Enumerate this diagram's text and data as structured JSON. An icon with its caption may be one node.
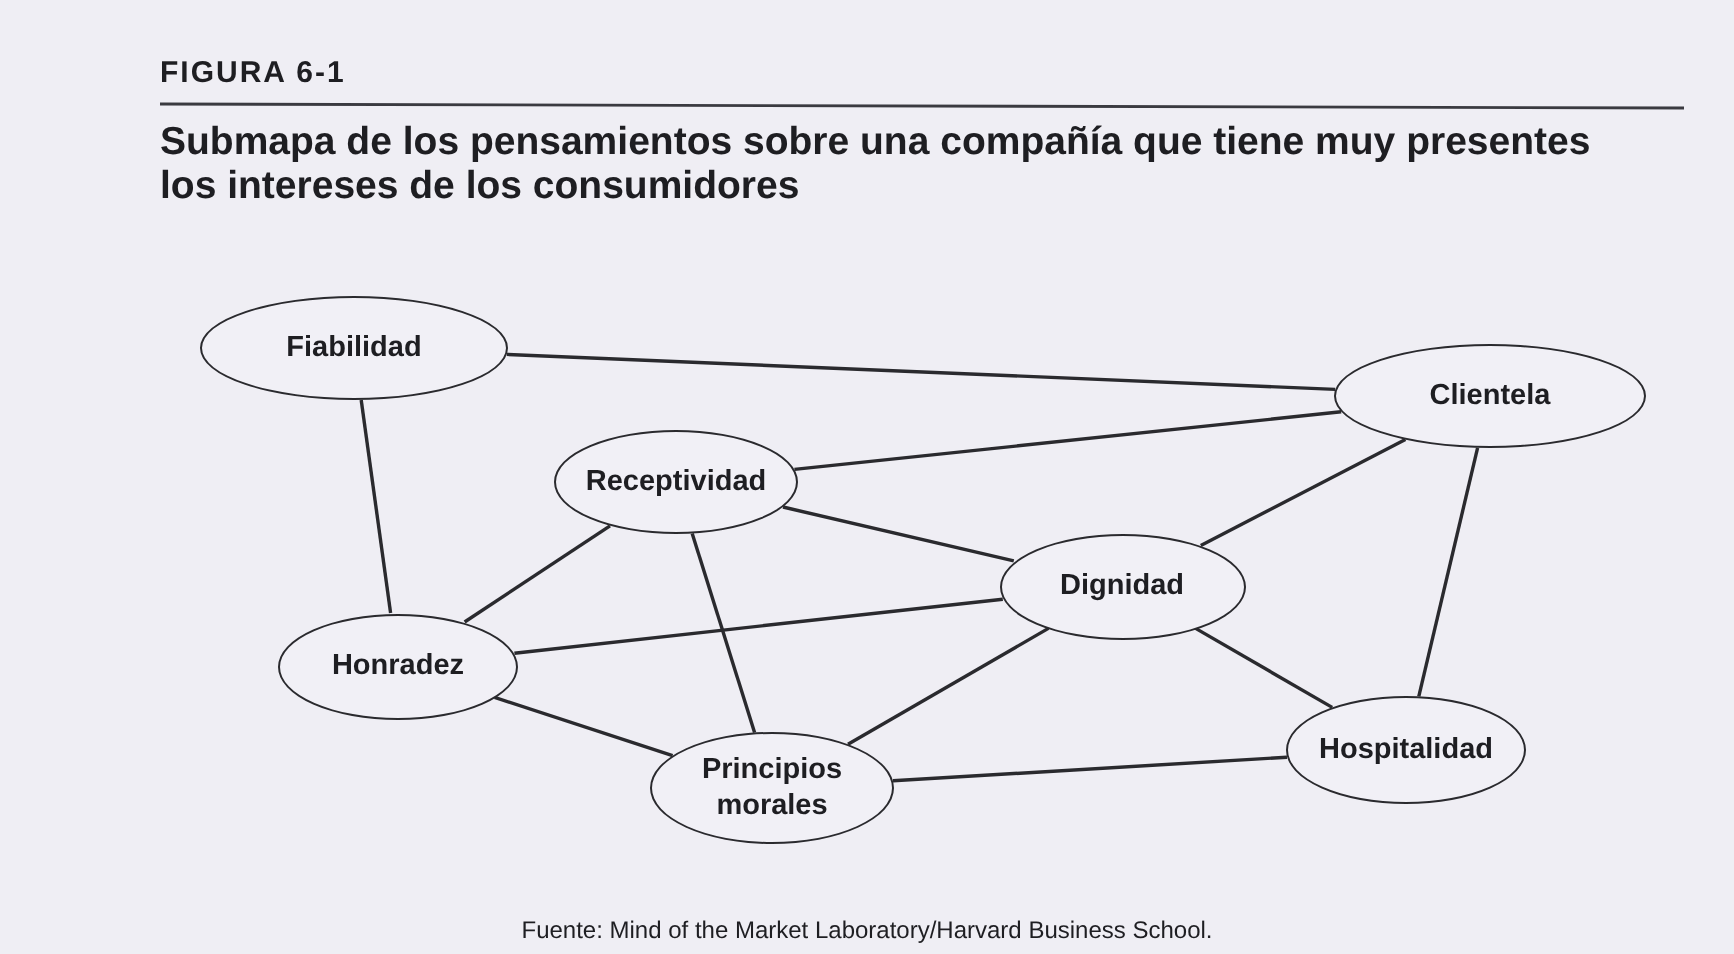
{
  "diagram": {
    "title": "Submapa de los pensamientos sobre una compañía que tiene muy presentes los intereses de los consumidores",
    "caption": "Fuente: Mind of the Market Laboratory/Harvard Business School.",
    "labels": [
      "FIGURA 6-1"
    ],
    "nodes": [
      {
        "text": [
          "Fiabilidad"
        ]
      },
      {
        "text": [
          "Clientela"
        ]
      },
      {
        "text": [
          "Receptividad"
        ]
      },
      {
        "text": [
          "Dignidad"
        ]
      },
      {
        "text": [
          "Honradez"
        ]
      },
      {
        "text": [
          "Principios morales"
        ]
      },
      {
        "text": [
          "Hospitalidad"
        ]
      }
    ],
    "edges": [
      {
        "from": 0,
        "to": 1,
        "arrow": "none"
      },
      {
        "from": 0,
        "to": 4,
        "arrow": "none"
      },
      {
        "from": 2,
        "to": 1,
        "arrow": "none"
      },
      {
        "from": 2,
        "to": 3,
        "arrow": "none"
      },
      {
        "from": 2,
        "to": 4,
        "arrow": "none"
      },
      {
        "from": 2,
        "to": 5,
        "arrow": "none"
      },
      {
        "from": 4,
        "to": 3,
        "arrow": "none"
      },
      {
        "from": 4,
        "to": 5,
        "arrow": "none"
      },
      {
        "from": 3,
        "to": 1,
        "arrow": "none"
      },
      {
        "from": 3,
        "to": 5,
        "arrow": "none"
      },
      {
        "from": 3,
        "to": 6,
        "arrow": "none"
      },
      {
        "from": 1,
        "to": 6,
        "arrow": "none"
      },
      {
        "from": 5,
        "to": 6,
        "arrow": "none"
      }
    ]
  }
}
